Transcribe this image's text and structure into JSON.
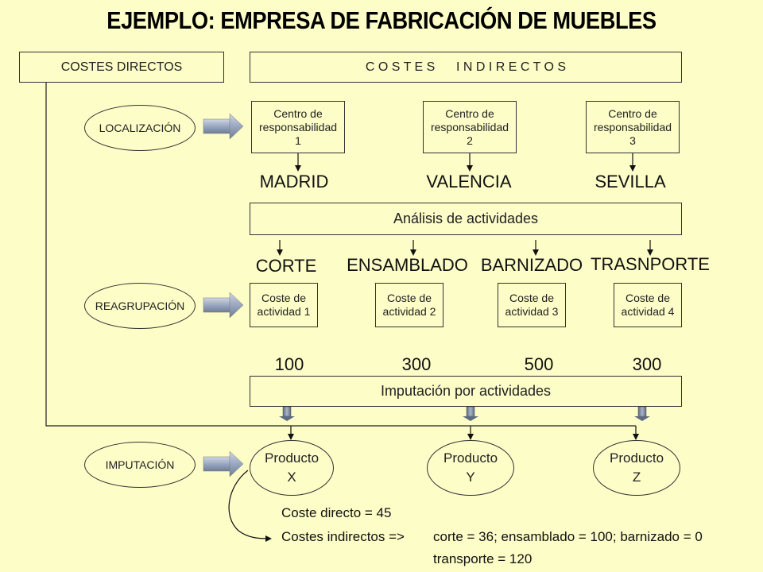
{
  "title": "EJEMPLO: EMPRESA DE FABRICACIÓN DE MUEBLES",
  "header": {
    "direct": "COSTES DIRECTOS",
    "indirect": "C O S T E S      I N D I R E C T O S"
  },
  "stages": {
    "localizacion": "LOCALIZACIÓN",
    "reagrupacion": "REAGRUPACIÓN",
    "imputacion": "IMPUTACIÓN"
  },
  "centers": [
    {
      "label": "Centro de responsabilidad 1",
      "city": "MADRID"
    },
    {
      "label": "Centro de responsabilidad 2",
      "city": "VALENCIA"
    },
    {
      "label": "Centro de responsabilidad 3",
      "city": "SEVILLA"
    }
  ],
  "analysis": "Análisis de actividades",
  "activities": [
    {
      "name": "CORTE",
      "label": "Coste de actividad 1",
      "value": "100"
    },
    {
      "name": "ENSAMBLADO",
      "label": "Coste de actividad 2",
      "value": "300"
    },
    {
      "name": "BARNIZADO",
      "label": "Coste de actividad 3",
      "value": "500"
    },
    {
      "name": "TRASNPORTE",
      "label": "Coste de actividad 4",
      "value": "300"
    }
  ],
  "imputation_bar": "Imputación por actividades",
  "products": [
    {
      "label": "Producto X"
    },
    {
      "label": "Producto Y"
    },
    {
      "label": "Producto Z"
    }
  ],
  "notes": {
    "line1": "Coste directo = 45",
    "line2a": "Costes indirectos =>",
    "line2b": "corte = 36; ensamblado = 100; barnizado = 0",
    "line3": "transporte = 120"
  }
}
